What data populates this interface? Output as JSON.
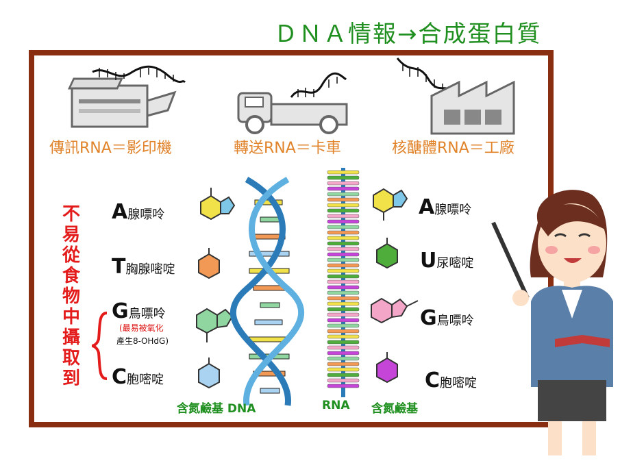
{
  "title": "ＤＮＡ情報→合成蛋白質",
  "roles": {
    "messenger": "傳訊RNA＝影印機",
    "transfer": "轉送RNA＝卡車",
    "ribosome": "核醣體RNA＝工廠"
  },
  "warning": [
    "不",
    "易",
    "從",
    "食",
    "物",
    "中",
    "攝",
    "取",
    "到"
  ],
  "dna_bases": [
    {
      "letter": "A",
      "name": "腺嘌呤"
    },
    {
      "letter": "T",
      "name": "胸腺嘧啶"
    },
    {
      "letter": "G",
      "name": "鳥嘌呤"
    },
    {
      "letter": "C",
      "name": "胞嘧啶"
    }
  ],
  "oxidation_note": {
    "line1": "(最易被氧化",
    "line2": "產生8-OHdG)"
  },
  "rna_bases": [
    {
      "letter": "A",
      "name": "腺嘌呤"
    },
    {
      "letter": "U",
      "name": "尿嘧啶"
    },
    {
      "letter": "G",
      "name": "鳥嘌呤"
    },
    {
      "letter": "C",
      "name": "胞嘧啶"
    }
  ],
  "captions": {
    "dna": "含氮鹼基 DNA",
    "rna": "RNA",
    "rna_bases": "含氮鹼基"
  },
  "colors": {
    "title": "#1f8f1f",
    "border": "#8a2e12",
    "role": "#e0832a",
    "warning": "#e31b1b",
    "caption": "#1f8f1f",
    "adenine": "#f2e24a",
    "thymine": "#f29a55",
    "guanine": "#8fd6a0",
    "cytosine": "#a9d3f0",
    "uracil": "#4fae3b",
    "guanine_rna": "#f4a6c8",
    "cytosine_rna": "#c545d8"
  }
}
